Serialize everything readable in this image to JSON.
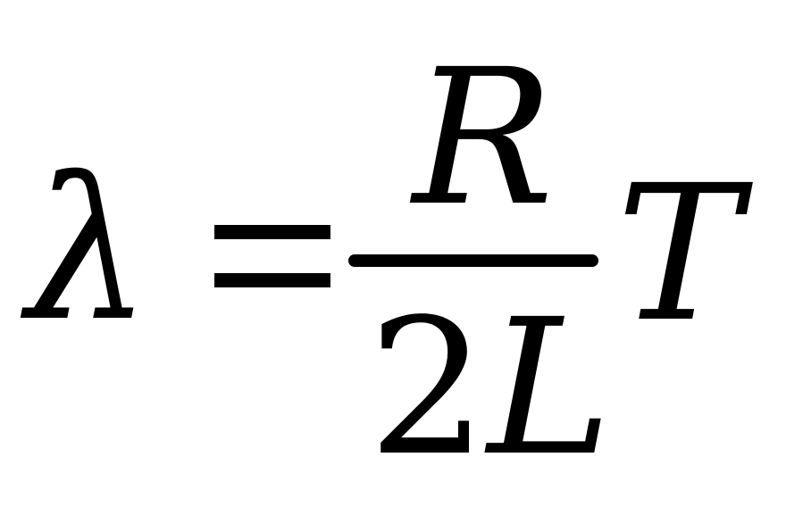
{
  "formula": {
    "lhs": "λ",
    "numerator": "R",
    "denominator_digit": "2",
    "denominator_var": "L",
    "trailing_var": "T"
  }
}
